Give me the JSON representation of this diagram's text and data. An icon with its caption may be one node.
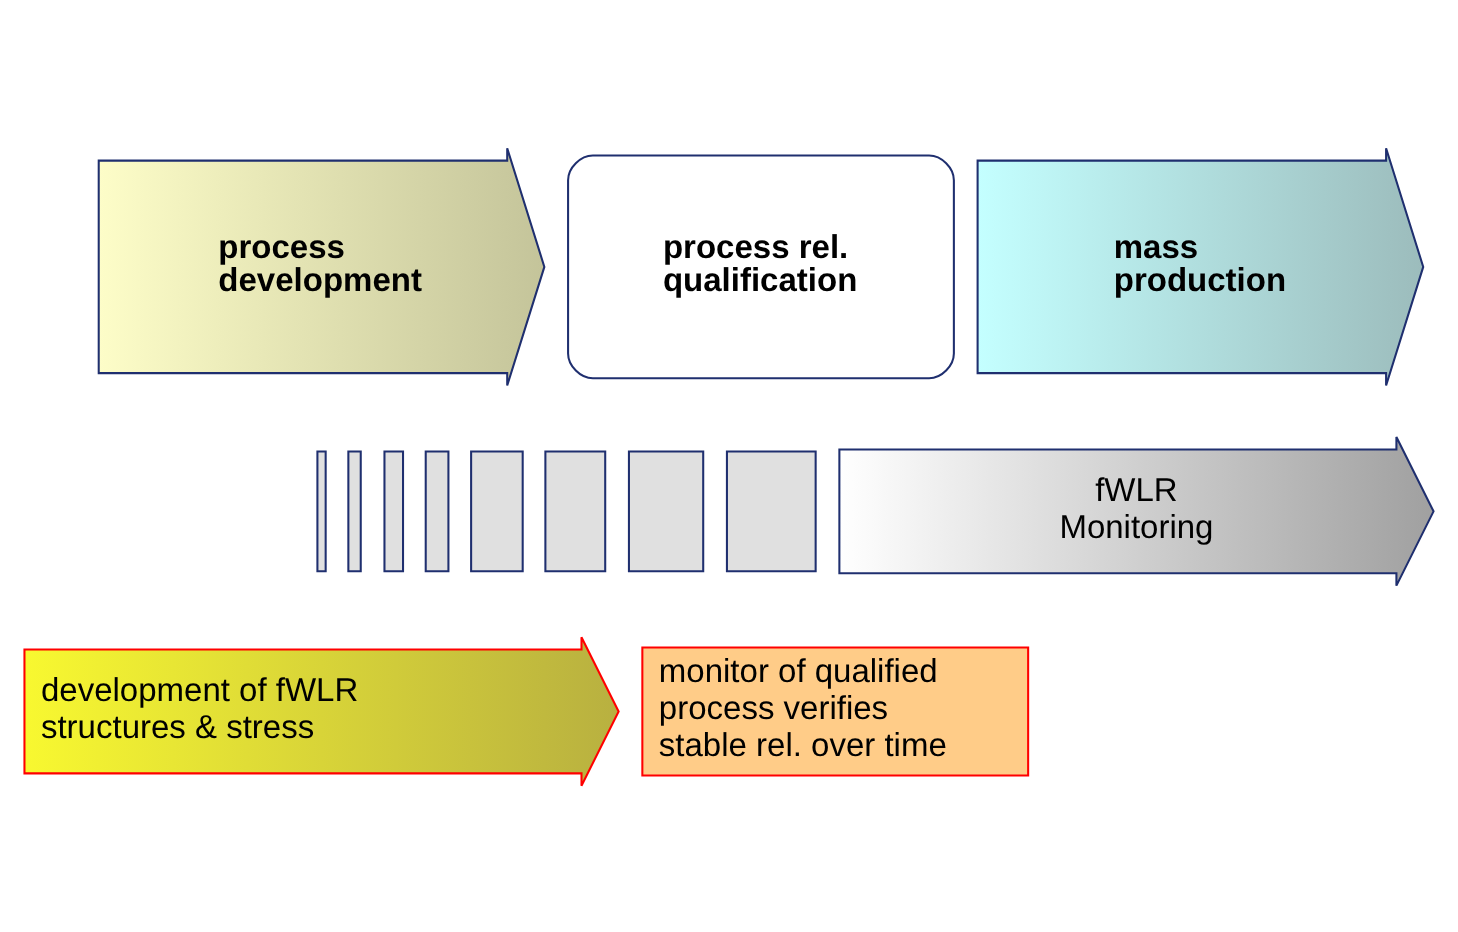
{
  "diagram": {
    "nodes": [
      {
        "text": [
          "process development"
        ]
      },
      {
        "text": [
          "process rel. qualification"
        ]
      },
      {
        "text": [
          "mass production"
        ]
      },
      {
        "text": [],
        "shape": "box"
      },
      {
        "text": [],
        "shape": "box"
      },
      {
        "text": [],
        "shape": "box"
      },
      {
        "text": [],
        "shape": "box"
      },
      {
        "text": [],
        "shape": "box"
      },
      {
        "text": [],
        "shape": "box"
      },
      {
        "text": [],
        "shape": "box"
      },
      {
        "text": [],
        "shape": "box"
      },
      {
        "text": [
          "fWLR Monitoring"
        ]
      },
      {
        "text": [
          "development of fWLR structures & stress"
        ]
      },
      {
        "text": [
          "monitor of qualified process verifies stable rel. over time"
        ]
      }
    ],
    "edges": []
  }
}
